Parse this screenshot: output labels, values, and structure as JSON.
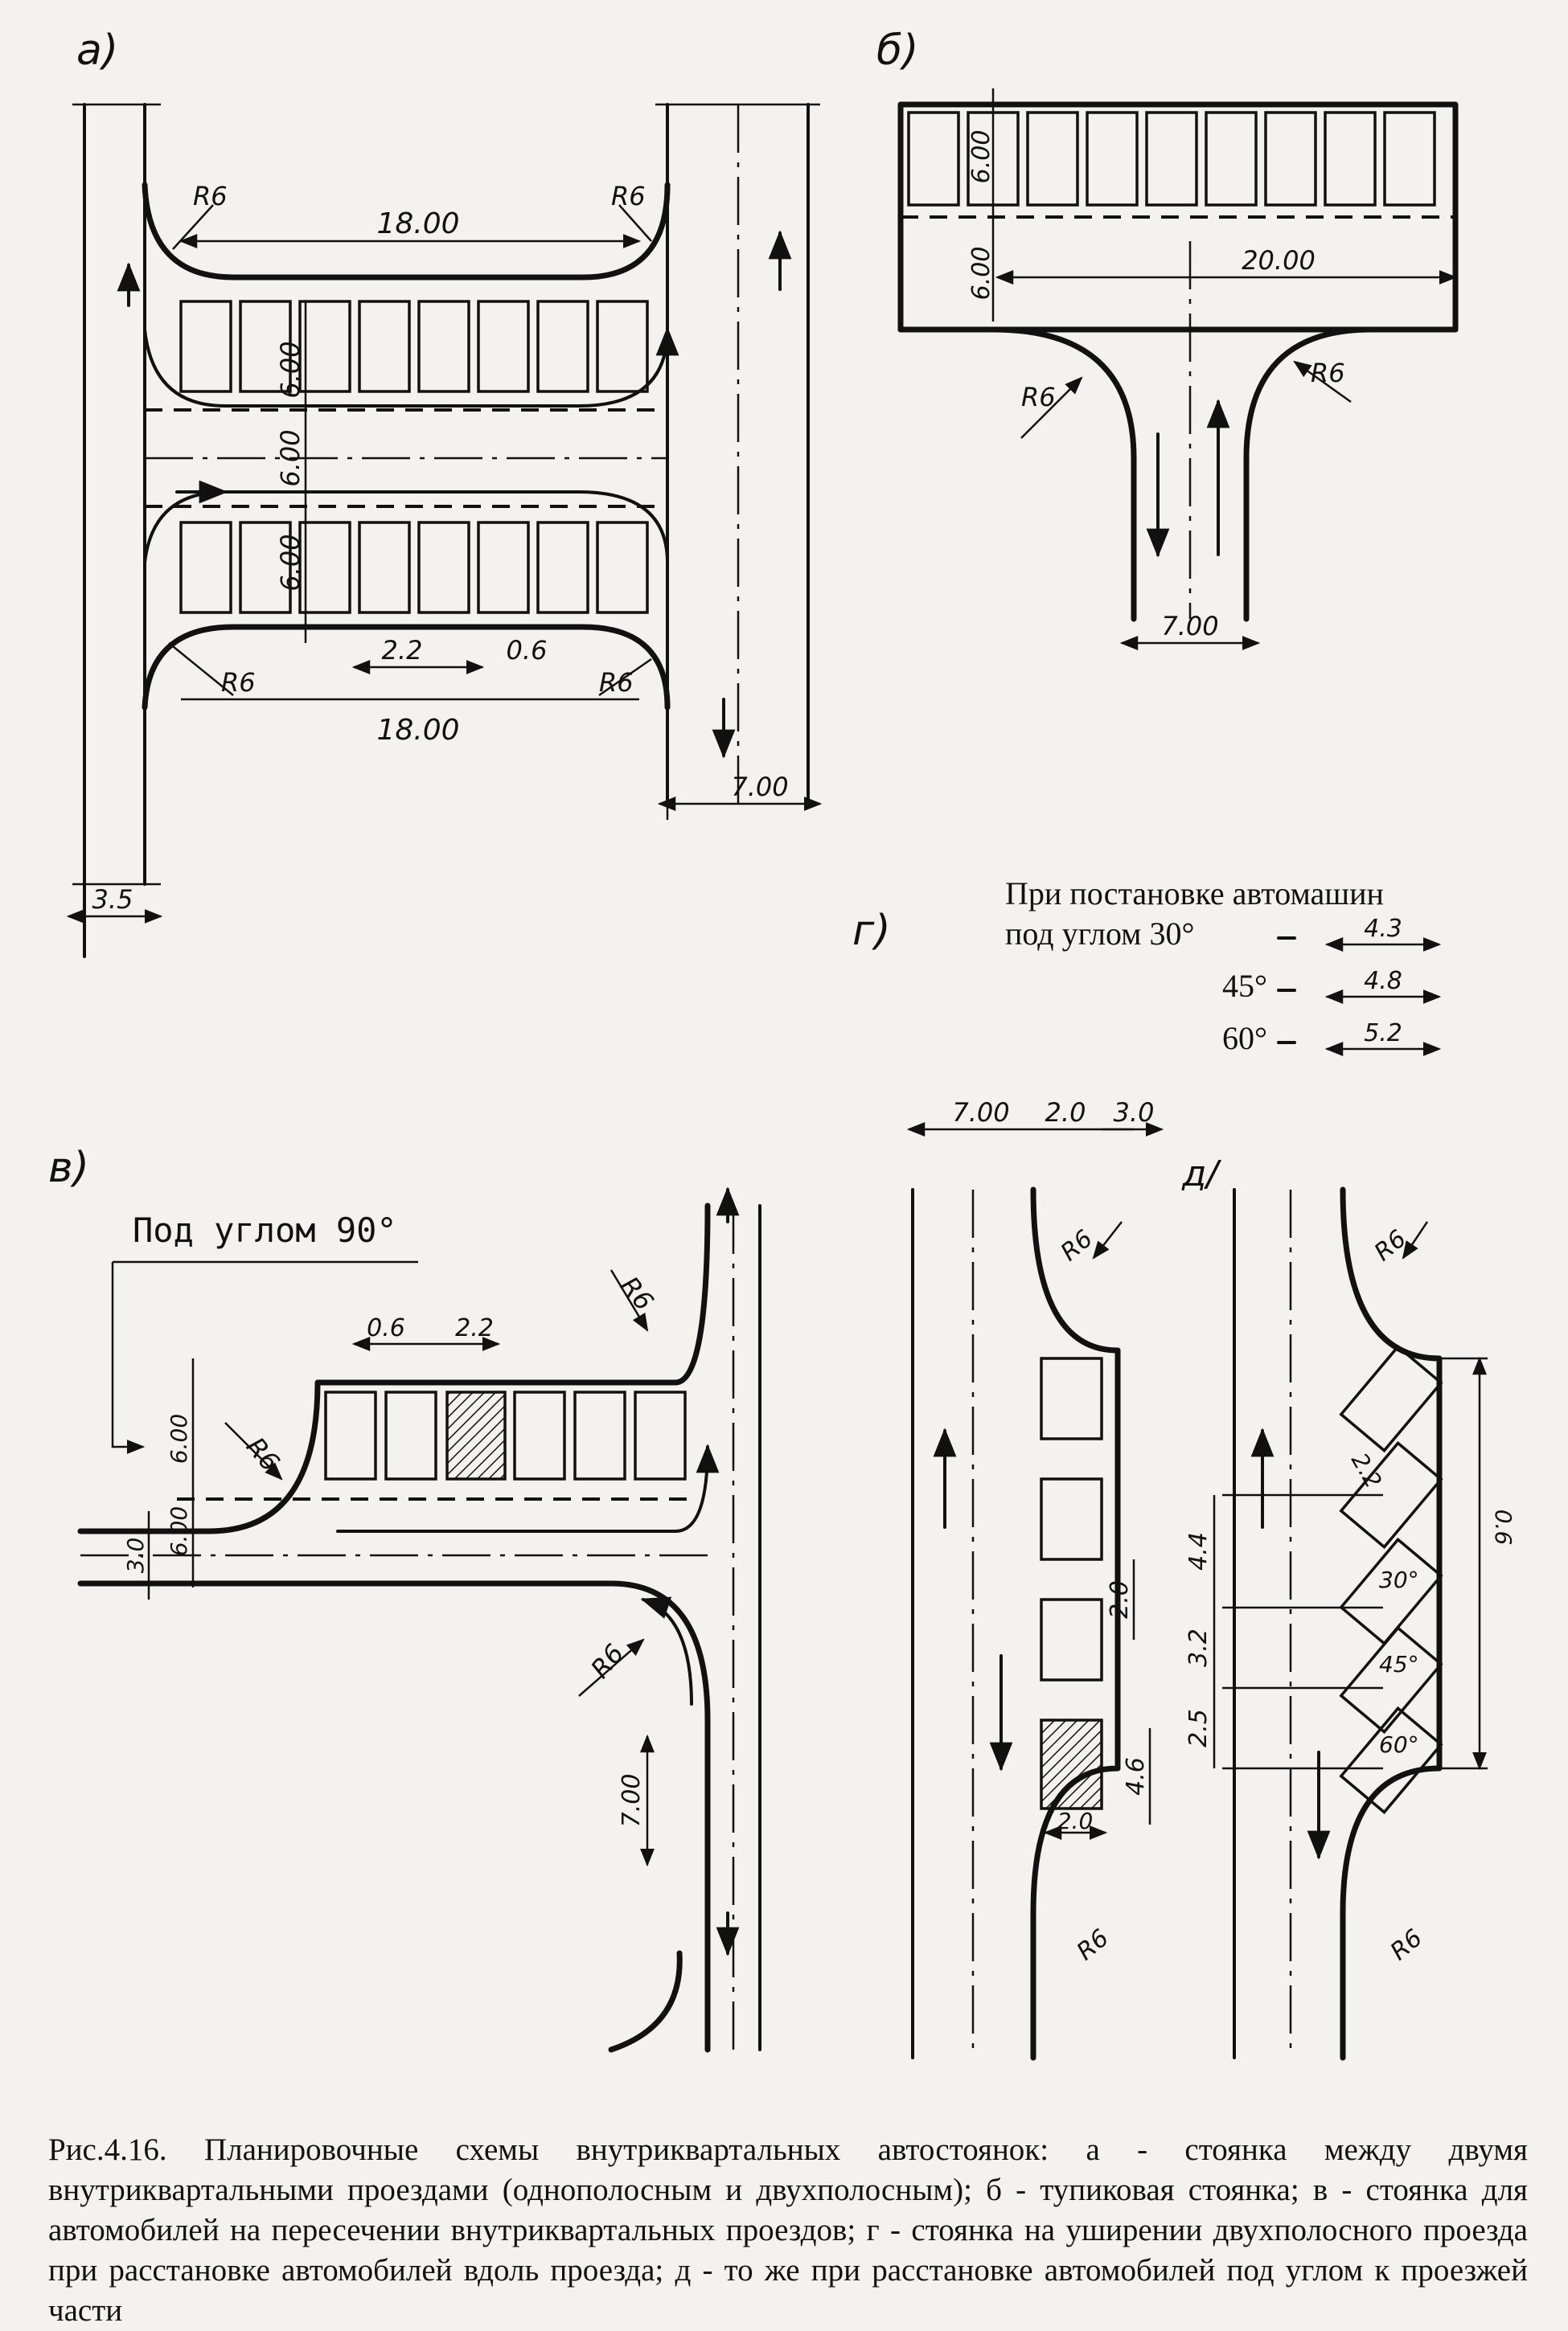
{
  "panels": {
    "a": {
      "label": "а)",
      "dims": {
        "r_tl": "R6",
        "r_tr": "R6",
        "r_bl": "R6",
        "r_br": "R6",
        "len_top": "18.00",
        "len_bottom": "18.00",
        "depth_top": "6.00",
        "aisle": "6.00",
        "depth_bottom": "6.00",
        "stall_w": "2.2",
        "gap": "0.6",
        "lane_left": "3.5",
        "lane_right": "7.00"
      }
    },
    "b": {
      "label": "б)",
      "dims": {
        "depth": "6.00",
        "aisle": "6.00",
        "length": "20.00",
        "r_left": "R6",
        "r_right": "R6",
        "road": "7.00"
      }
    },
    "v": {
      "label": "в)",
      "title": "Под углом 90°",
      "dims": {
        "gap": "0.6",
        "stall_w": "2.2",
        "depth": "6.00",
        "aisle": "6.00",
        "lane": "3.0",
        "r_corner": "R6",
        "r_top": "R6",
        "r_bottom": "R6",
        "road": "7.00"
      }
    },
    "g": {
      "label": "г)",
      "heading_line1": "При постановке автомашин",
      "heading_line2": "под углом 30°",
      "angles": [
        {
          "angle": "",
          "value": "4.3"
        },
        {
          "angle": "45°",
          "value": "4.8"
        },
        {
          "angle": "60°",
          "value": "5.2"
        }
      ],
      "dims": {
        "road": "7.00",
        "widen": "2.0",
        "walk": "3.0",
        "stall_len": "2.0",
        "hatched_len": "4.6",
        "hatched_w": "2.0",
        "r_top": "R6",
        "r_bottom": "R6"
      }
    },
    "d": {
      "label": "д/",
      "dims": {
        "r_top": "R6",
        "r_bottom": "R6",
        "stall_w": "2.2",
        "gap": "0.6",
        "step_30": "4.4",
        "step_45": "3.2",
        "step_60": "2.5",
        "angle_30": "30°",
        "angle_45": "45°",
        "angle_60": "60°"
      }
    }
  },
  "caption": "Рис.4.16. Планировочные схемы внутриквартальных автостоянок: а - стоянка между двумя внутриквартальными проездами (однополосным и двухполосным); б - тупиковая стоянка; в - стоянка для автомобилей на пересечении внутриквартальных проездов; г - стоянка на уширении двухполосного проезда при расстановке автомобилей вдоль проезда; д - то же при расстановке автомобилей под углом к проезжей части"
}
